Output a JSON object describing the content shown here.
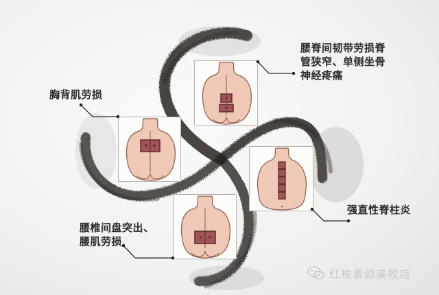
{
  "diagram": {
    "labels": {
      "top_right": "腰脊间韧带劳损脊\n管狭窄、单侧坐骨\n神经疼痛",
      "left": "胸背肌劳损",
      "bottom_left": "腰椎间盘突出、\n腰肌劳损",
      "right": "强直性脊柱炎"
    },
    "panels": [
      {
        "id": "top",
        "patches": "lower-back double patch (stacked)"
      },
      {
        "id": "left",
        "patches": "mid-back wide patch"
      },
      {
        "id": "right",
        "patches": "spine column of 5 patches"
      },
      {
        "id": "bottom",
        "patches": "lower-back wide patch"
      }
    ],
    "colors": {
      "skin": "#f0c9b6",
      "outline": "#8b5a4a",
      "patch_fill": "#a0545a",
      "patch_border": "#5a2a28",
      "ink": "#2b2622",
      "text": "#2a2a2a"
    }
  },
  "watermark": {
    "icon": "wechat-icon",
    "text": "红枚素颜美枚店"
  }
}
